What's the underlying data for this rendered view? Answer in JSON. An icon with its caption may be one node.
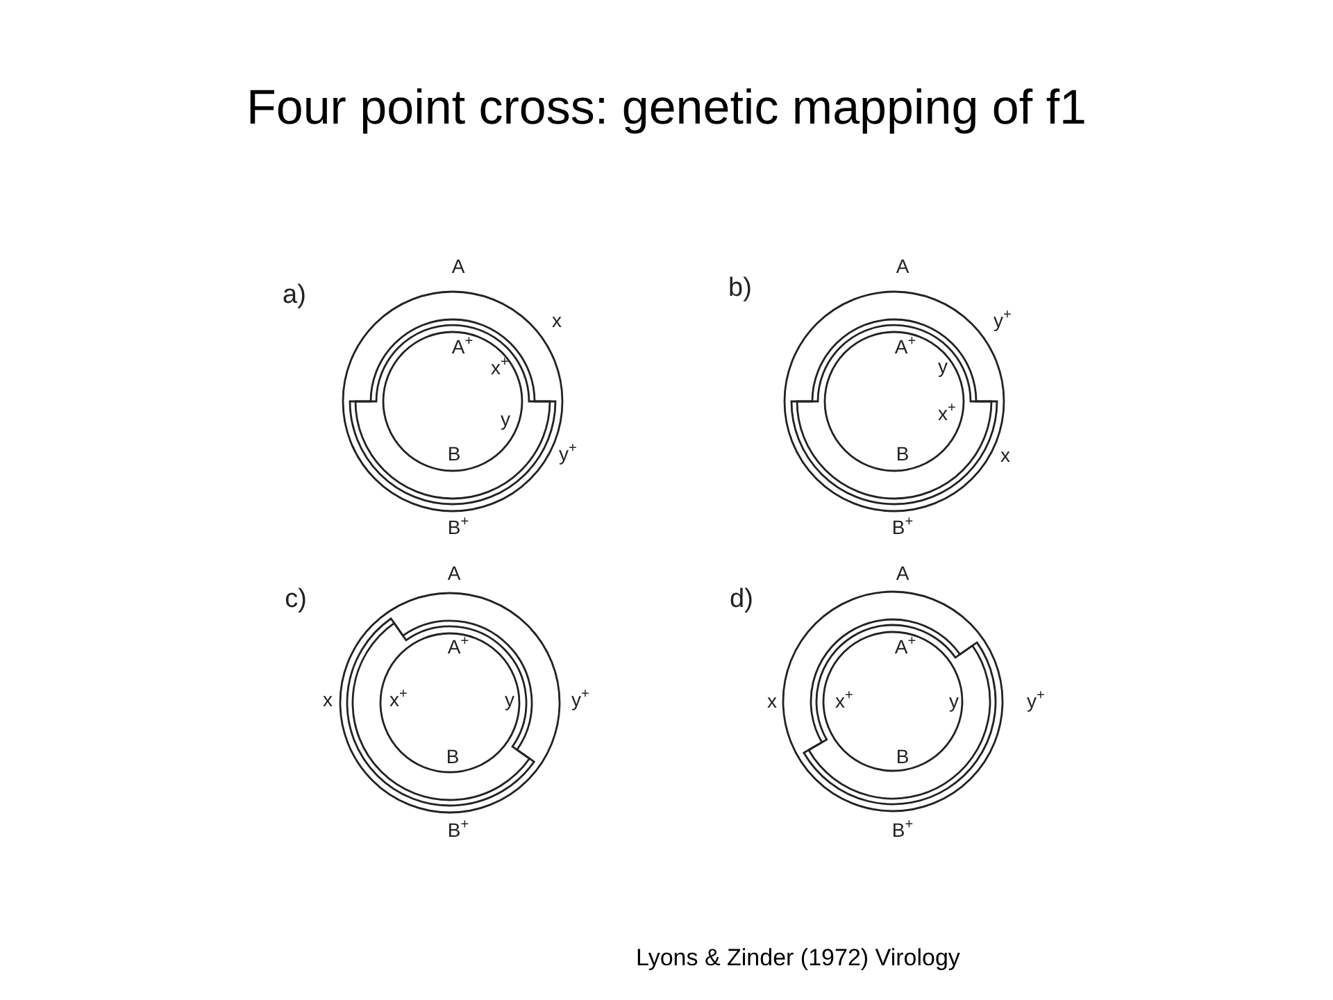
{
  "diagram": {
    "title": "Four point cross: genetic mapping of f1",
    "caption": "Lyons & Zinder (1972) Virology",
    "labels": [
      "a)",
      "A",
      "x",
      "A$^{+}$",
      "x$^{+}$",
      "y",
      "B",
      "y$^{+}$",
      "B$^{+}$",
      "b)",
      "A",
      "y$^{+}$",
      "A$^{+}$",
      "y",
      "x$^{+}$",
      "B",
      "x",
      "B$^{+}$",
      "c)",
      "A",
      "A$^{+}$",
      "x",
      "x$^{+}$",
      "y",
      "y$^{+}$",
      "B",
      "B$^{+}$",
      "d)",
      "A",
      "A$^{+}$",
      "x",
      "x$^{+}$",
      "y",
      "y$^{+}$",
      "B",
      "B$^{+}$"
    ]
  }
}
